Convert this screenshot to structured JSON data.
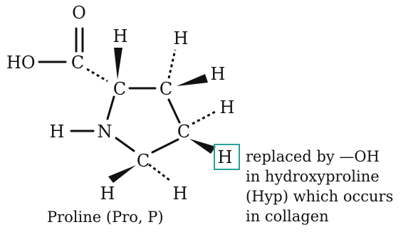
{
  "molecule": {
    "atoms": {
      "o_top": "O",
      "ho": "HO",
      "c_carboxyl": "C",
      "c_alpha": "C",
      "c_beta": "C",
      "c_gamma": "C",
      "c_delta": "C",
      "n": "N",
      "h_n": "H",
      "h_alpha": "H",
      "h_beta_up": "H",
      "h_beta_right": "H",
      "h_gamma_up": "H",
      "h_gamma_boxed": "H",
      "h_delta_left": "H",
      "h_delta_right": "H"
    },
    "highlight_color": "#2aa198"
  },
  "annotation": {
    "lines": [
      "replaced by —OH",
      "in hydroxyproline",
      "(Hyp) which occurs",
      "in collagen"
    ]
  },
  "caption": "Proline (Pro, P)"
}
